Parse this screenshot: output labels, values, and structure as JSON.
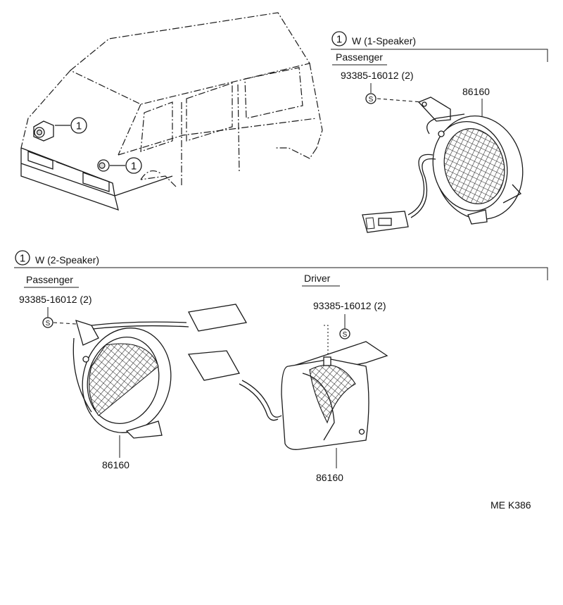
{
  "variant_1": {
    "marker": "1",
    "title": "W (1-Speaker)",
    "passenger_label": "Passenger",
    "bolt_part": "93385-16012 (2)",
    "bolt_symbol": "S",
    "speaker_part": "86160"
  },
  "variant_2": {
    "marker": "1",
    "title": "W (2-Speaker)",
    "passenger_label": "Passenger",
    "driver_label": "Driver",
    "passenger_bolt_part": "93385-16012 (2)",
    "driver_bolt_part": "93385-16012 (2)",
    "bolt_symbol": "S",
    "passenger_speaker_part": "86160",
    "driver_speaker_part": "86160"
  },
  "vehicle": {
    "callout_upper": "1",
    "callout_lower": "1"
  },
  "footer": {
    "code": "ME  K386"
  },
  "colors": {
    "line": "#1a1a1a",
    "background": "#ffffff"
  }
}
